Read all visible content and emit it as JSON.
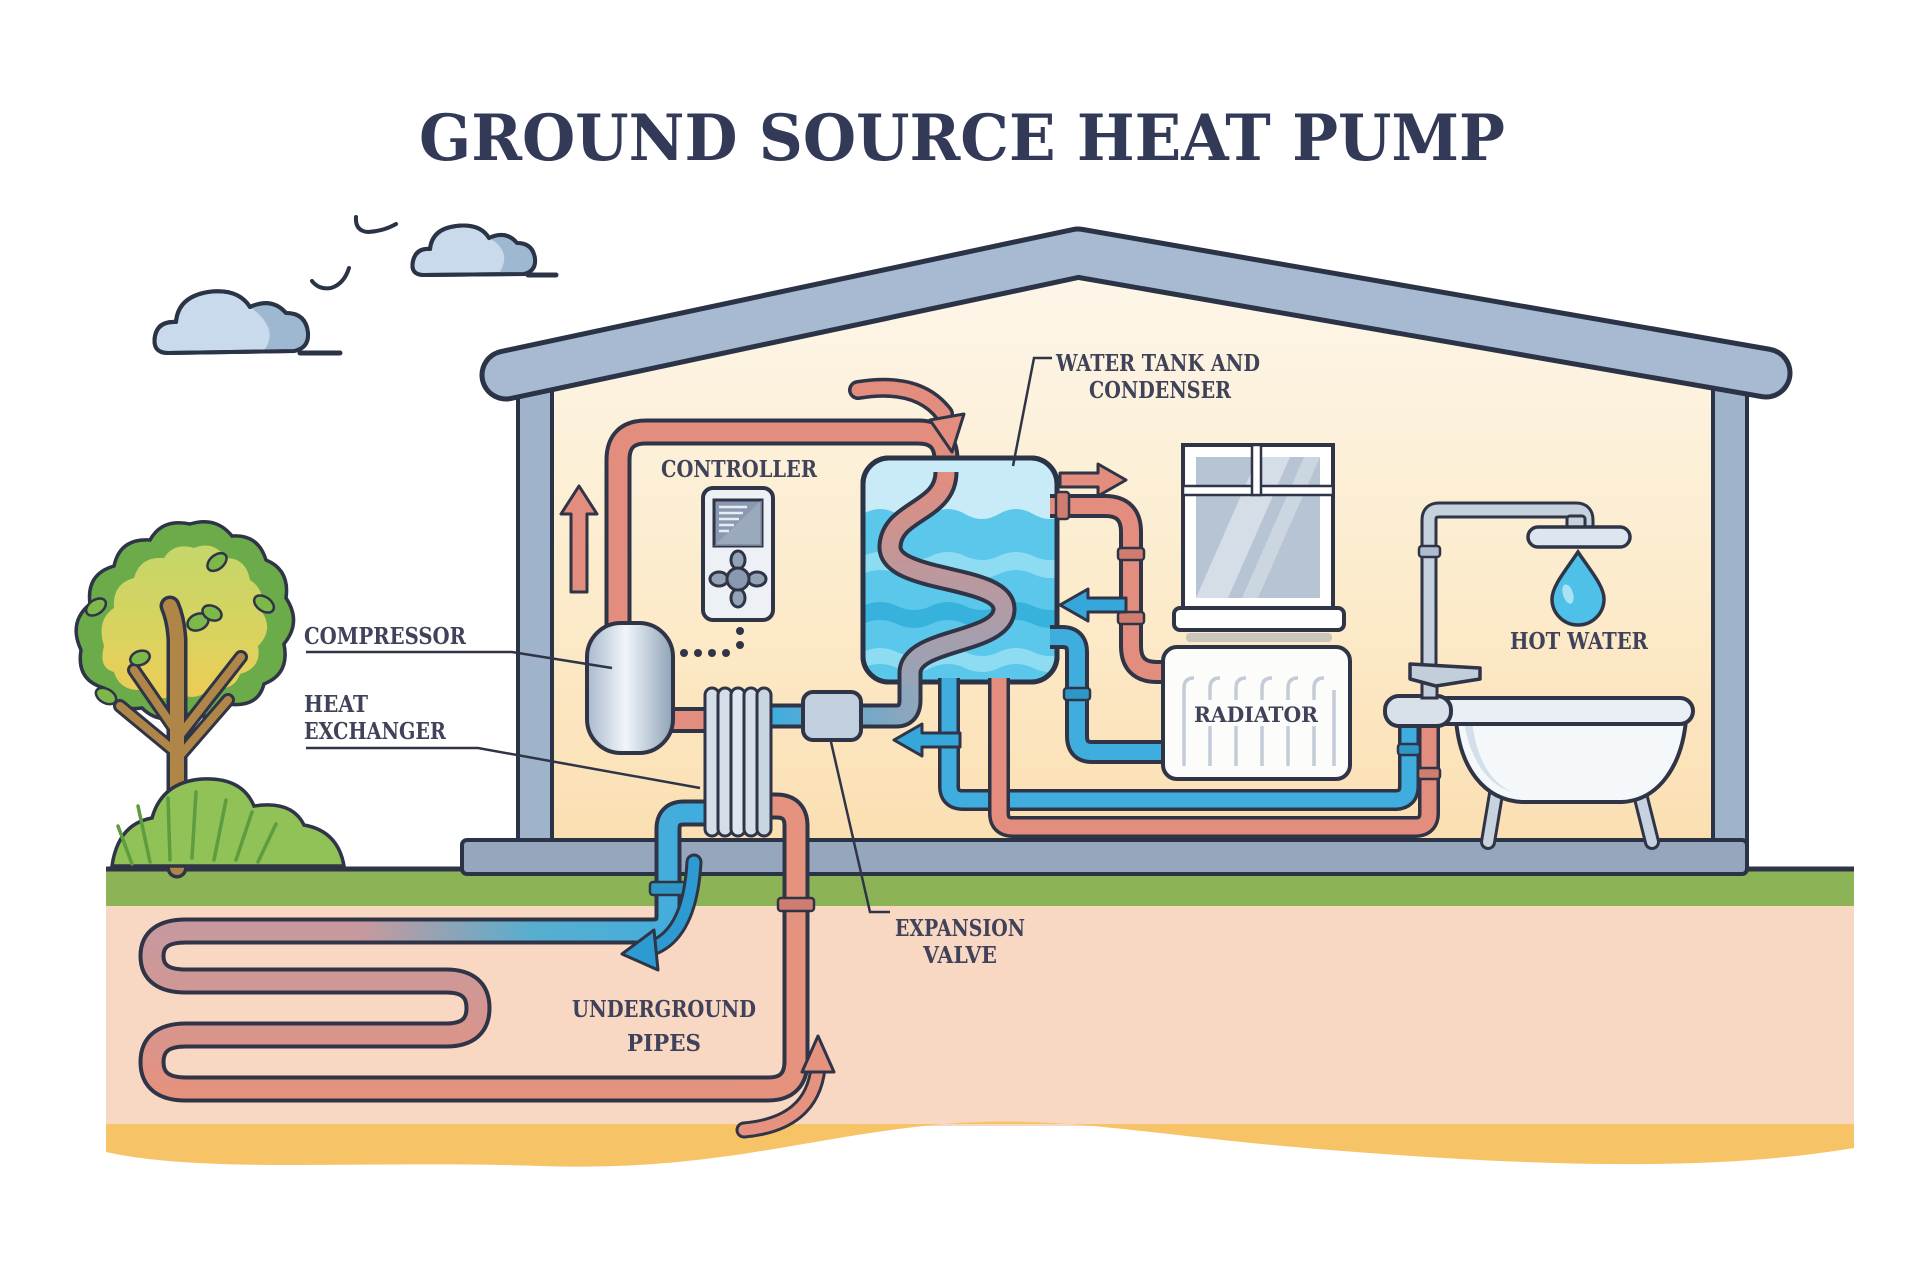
{
  "title": "GROUND SOURCE HEAT PUMP",
  "labels": {
    "controller": "CONTROLLER",
    "water_tank_line1": "WATER TANK AND",
    "water_tank_line2": "CONDENSER",
    "compressor": "COMPRESSOR",
    "heat_exchanger_line1": "HEAT",
    "heat_exchanger_line2": "EXCHANGER",
    "expansion_valve_line1": "EXPANSION",
    "expansion_valve_line2": "VALVE",
    "radiator": "RADIATOR",
    "hot_water": "HOT WATER",
    "underground_pipes_line1": "UNDERGROUND",
    "underground_pipes_line2": "PIPES"
  },
  "colors": {
    "outline": "#2f3447",
    "title_text": "#333a58",
    "label_text": "#3f4258",
    "hot_pipe": "#e28d7e",
    "cold_pipe": "#3fadde",
    "dusty_ground_pipe": "#c7999e",
    "warm_ground_pipe": "#e5927f",
    "tank_water": "#5ac7eb",
    "tank_top": "#c8ebf7",
    "roof_wall": "#a7bad1",
    "floor": "#96a6bd",
    "grass": "#8cb457",
    "soil": "#f8d8c3",
    "soil_deep": "#f7c367",
    "interior_top": "#fdf5e7",
    "interior_bottom": "#fbdfb2",
    "tree_green": "#6cab4a",
    "tree_inner_yellow": "#f2ca52",
    "bush_green": "#90c257",
    "cloud": "#c9daec",
    "cloud_shade": "#9fb8d2",
    "droplet": "#4fc0e8"
  }
}
